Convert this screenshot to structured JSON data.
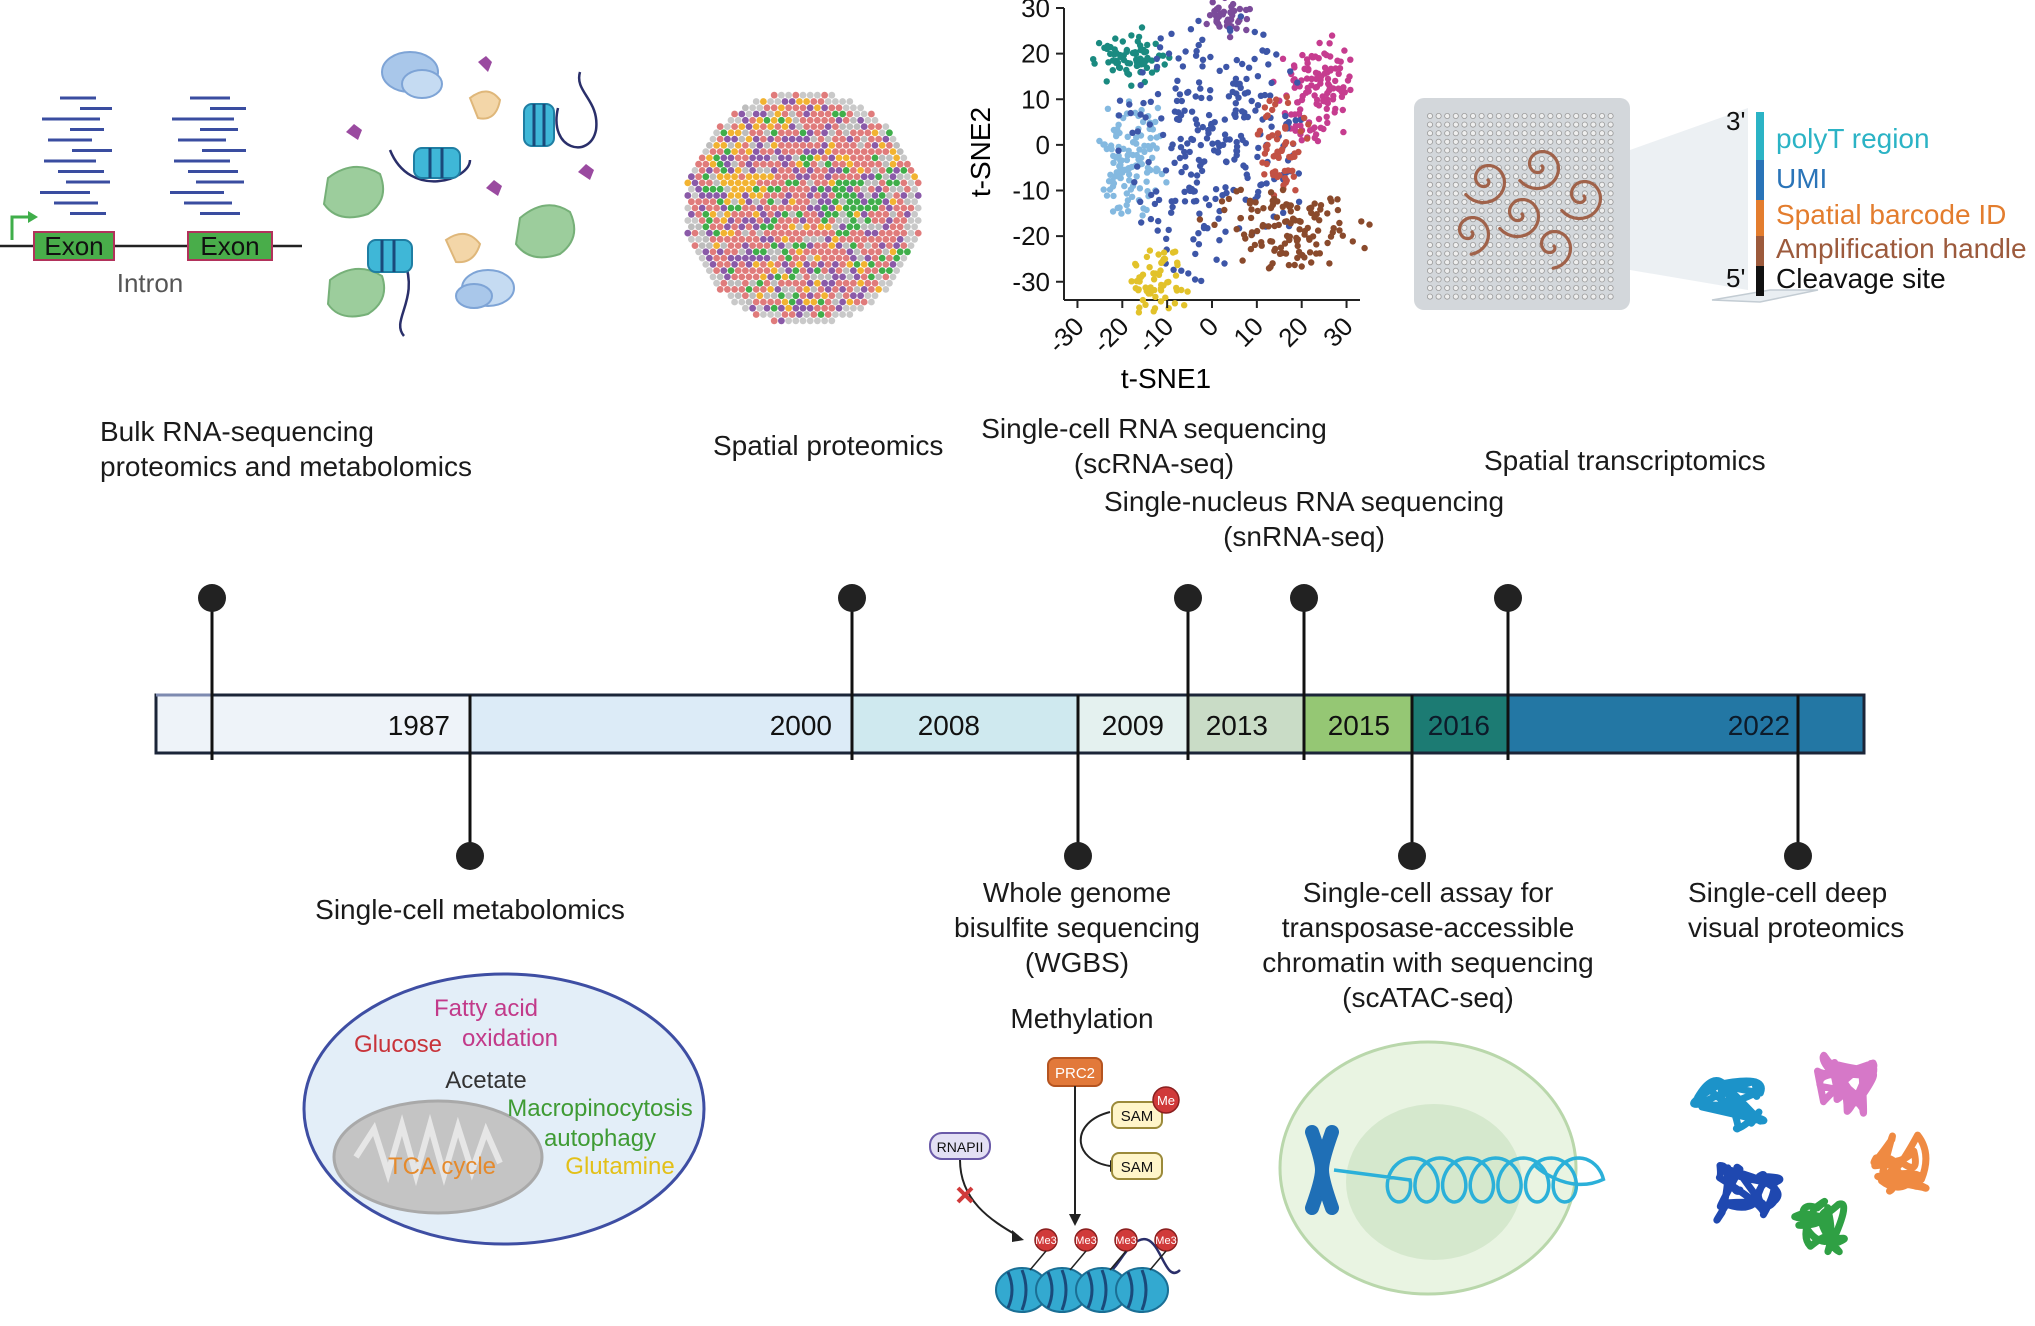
{
  "timeline": {
    "years": [
      {
        "label": "1987",
        "fill": "#eef3f9"
      },
      {
        "label": "2000",
        "fill": "#dcebf7"
      },
      {
        "label": "2008",
        "fill": "#cfe9ef"
      },
      {
        "label": "2009",
        "fill": "#e4f1ef"
      },
      {
        "label": "2013",
        "fill": "#c9dcc6"
      },
      {
        "label": "2015",
        "fill": "#95c774"
      },
      {
        "label": "2016",
        "fill": "#1c7b73"
      },
      {
        "label": "2022",
        "fill": "#2377a4"
      }
    ],
    "events_above": [
      {
        "lines": [
          "Bulk RNA-sequencing",
          "proteomics and metabolomics"
        ]
      },
      {
        "lines": [
          "Spatial proteomics"
        ]
      },
      {
        "lines": [
          "Single-cell RNA sequencing",
          "(scRNA-seq)"
        ]
      },
      {
        "lines": [
          "Single-nucleus RNA sequencing",
          "(snRNA-seq)"
        ]
      },
      {
        "lines": [
          "Spatial transcriptomics"
        ]
      }
    ],
    "events_below": [
      {
        "lines": [
          "Single-cell metabolomics"
        ]
      },
      {
        "lines": [
          "Whole genome",
          "bisulfite sequencing",
          "(WGBS)"
        ]
      },
      {
        "lines": [
          "Single-cell assay for",
          "transposase-accessible",
          "chromatin with sequencing",
          "(scATAC-seq)"
        ]
      },
      {
        "lines": [
          "Single-cell deep",
          "visual proteomics"
        ]
      }
    ]
  },
  "bulk_rna": {
    "exon": "Exon",
    "intron": "Intron"
  },
  "tsne": {
    "chart_data": {
      "type": "scatter",
      "title": "",
      "xlabel": "t-SNE1",
      "ylabel": "t-SNE2",
      "xlim": [
        -33,
        33
      ],
      "ylim": [
        -34,
        30
      ],
      "xticks": [
        "-30",
        "-20",
        "-10",
        "0",
        "10",
        "20",
        "30"
      ],
      "yticks": [
        "30",
        "20",
        "10",
        "0",
        "-10",
        "-20",
        "-30"
      ],
      "clusters": [
        {
          "color": "#1a8a80",
          "cx": -18,
          "cy": 19,
          "rx": 4.5,
          "ry": 3.5,
          "n": 70
        },
        {
          "color": "#7b4b9a",
          "cx": 3,
          "cy": 28,
          "rx": 3,
          "ry": 2.5,
          "n": 40
        },
        {
          "color": "#c63c8f",
          "cx": 23,
          "cy": 12,
          "rx": 5,
          "ry": 6.5,
          "n": 120
        },
        {
          "color": "#84b9e0",
          "cx": -18,
          "cy": -3,
          "rx": 4.5,
          "ry": 7.5,
          "n": 120
        },
        {
          "color": "#3d56a8",
          "cx": 0,
          "cy": 0,
          "rx": 11,
          "ry": 15,
          "n": 260
        },
        {
          "color": "#c25144",
          "cx": 16,
          "cy": 0,
          "rx": 3.5,
          "ry": 6,
          "n": 60
        },
        {
          "color": "#8a4a2c",
          "cx": 17,
          "cy": -18,
          "rx": 10,
          "ry": 5,
          "n": 120
        },
        {
          "color": "#e2c22a",
          "cx": -12,
          "cy": -30,
          "rx": 4,
          "ry": 4,
          "n": 60
        }
      ]
    }
  },
  "spatial_tx": {
    "items": [
      {
        "label": "polyT region",
        "color": "#2bb3c5"
      },
      {
        "label": "UMI",
        "color": "#2a74b8"
      },
      {
        "label": "Spatial barcode ID",
        "color": "#e37d2e"
      },
      {
        "label": "Amplification handle",
        "color": "#9c5a3c"
      },
      {
        "label": "Cleavage site",
        "color": "#111111"
      }
    ],
    "three_prime": "3'",
    "five_prime": "5'"
  },
  "metabolomics": {
    "terms": [
      {
        "text": "Fatty acid",
        "color": "#c23a8a"
      },
      {
        "text": "oxidation",
        "color": "#c23a8a"
      },
      {
        "text": "Glucose",
        "color": "#c8333a"
      },
      {
        "text": "Acetate",
        "color": "#333333"
      },
      {
        "text": "Macropinocytosis",
        "color": "#3f9b34"
      },
      {
        "text": "autophagy",
        "color": "#3f9b34"
      },
      {
        "text": "TCA cycle",
        "color": "#e58a2c"
      },
      {
        "text": "Glutamine",
        "color": "#e3c018"
      }
    ]
  },
  "methylation": {
    "title": "Methylation",
    "prc2": "PRC2",
    "sam": "SAM",
    "me": "Me",
    "rnapii": "RNAPII",
    "me3": "Me3"
  }
}
